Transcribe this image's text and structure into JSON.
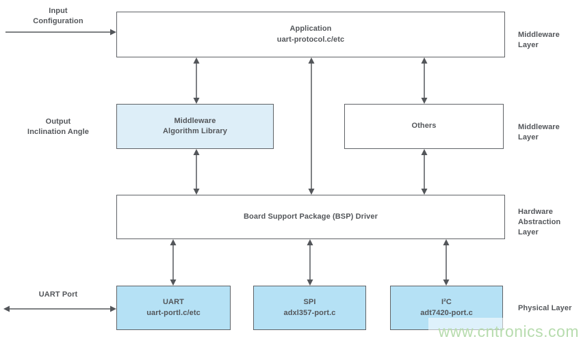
{
  "colors": {
    "text": "#53565a",
    "line": "#53565a",
    "box_border": "#5f6266",
    "fill_pale_blue": "#ddeef8",
    "fill_blue": "#b5e1f5",
    "watermark_green": "#b7dcae"
  },
  "boxes": {
    "application": {
      "line1": "Application",
      "line2": "uart-protocol.c/etc"
    },
    "middleware_library": {
      "line1": "Middleware",
      "line2": "Algorithm Library"
    },
    "others": {
      "line1": "Others"
    },
    "bsp": {
      "line1": "Board Support Package (BSP) Driver"
    },
    "uart": {
      "line1": "UART",
      "line2": "uart-portl.c/etc"
    },
    "spi": {
      "line1": "SPI",
      "line2": "adxl357-port.c"
    },
    "i2c": {
      "line1": "I²C",
      "line2": "adt7420-port.c"
    }
  },
  "left_labels": {
    "input": {
      "line1": "Input",
      "line2": "Configuration"
    },
    "output": {
      "line1": "Output",
      "line2": "Inclination Angle"
    },
    "uart_port": {
      "line1": "UART Port"
    }
  },
  "layer_labels": {
    "top": "Middleware Layer",
    "middle": "Middleware Layer",
    "hal_line1": "Hardware",
    "hal_line2": "Abstraction Layer",
    "physical": "Physical Layer"
  },
  "watermark": {
    "text": "www.cntronics.com"
  }
}
